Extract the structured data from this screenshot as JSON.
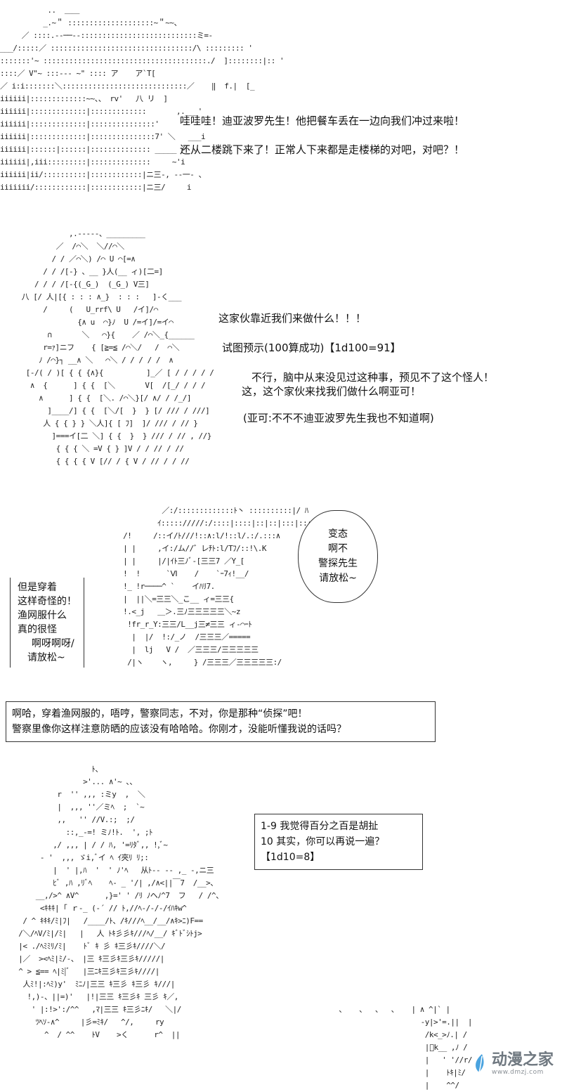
{
  "panel1": {
    "dialogue": [
      "哇哇哇！迪亚波罗先生！他把餐车丢在一边向我们冲过来啦！",
      "还从二楼跳下来了！正常人下来都是走楼梯的对吧，对吧？！"
    ]
  },
  "panel2": {
    "dialogue": [
      "这家伙靠近我们来做什么！！！",
      "试图预示(100算成功)【1d100=91】",
      "不行，脑中从来没见过这种事，预见不了这个怪人！",
      "这，这个家伙来找我们做什么啊亚可！",
      "(亚可:不不不迪亚波罗先生我也不知道啊)"
    ]
  },
  "panel3": {
    "left_bubble": [
      "但是穿着",
      "这样奇怪的！",
      "渔网服什么",
      "真的很怪",
      "啊呀啊呀/",
      "请放松~"
    ],
    "right_bubble": [
      "变态",
      "啊不",
      "警探先生",
      "请放松~"
    ],
    "box": [
      "啊哈，穿着渔网服的，唔哼，警察同志，不对，你是那种“侦探”吧！",
      "警察里像你这样注意防晒的应该没有哈哈哈。你刚才，没能听懂我说的话吗？"
    ]
  },
  "panel4": {
    "box": [
      "1-9 我觉得百分之百是胡扯",
      "10 其实，你可以再说一遍？",
      "【1d10=8】"
    ]
  },
  "watermark": {
    "title": "动漫之家",
    "url": "www.dmzj.com",
    "icon": "leaf-logo-icon",
    "color": "#6f7880"
  }
}
